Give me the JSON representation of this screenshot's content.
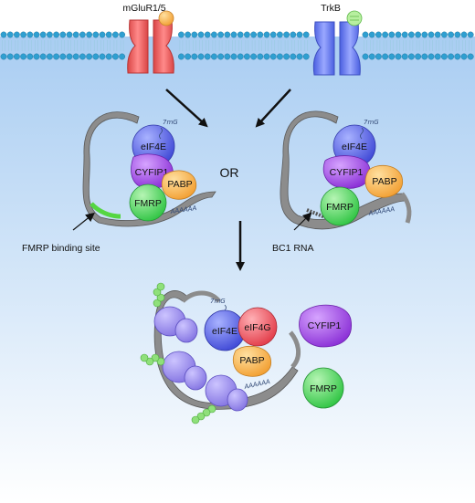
{
  "receptors": {
    "left": {
      "label": "mGluR1/5",
      "body_color": "#ef5a5a",
      "ligand_color": "#f4b24a"
    },
    "right": {
      "label": "TrkB",
      "body_color": "#5b72ee",
      "ligand_color": "#8fe07a"
    }
  },
  "membrane": {
    "color": "#2f9fd1"
  },
  "labels": {
    "or": "OR",
    "fmrp_binding_site": "FMRP binding site",
    "bc1_rna": "BC1 RNA"
  },
  "complex_left": {
    "cap": "7mG",
    "eif4e": "eIF4E",
    "cyfip1": "CYFIP1",
    "fmrp": "FMRP",
    "pabp": "PABP",
    "polya": "AAAAAA"
  },
  "complex_right": {
    "cap": "7mG",
    "eif4e": "eIF4E",
    "cyfip1": "CYFIP1",
    "fmrp": "FMRP",
    "pabp": "PABP",
    "polya": "AAAAAA"
  },
  "translation_complex": {
    "cap": "7mG",
    "eif4e": "eIF4E",
    "eif4g": "eIF4G",
    "pabp": "PABP",
    "polya": "AAAAAA",
    "free_cyfip1": "CYFIP1",
    "free_fmrp": "FMRP"
  },
  "colors": {
    "eif4e": "#4f5ee6",
    "cyfip1": "#9b3fe0",
    "fmrp": "#42d65a",
    "pabp": "#f7b04a",
    "eif4g": "#ee4f5a",
    "ribosome": "#8f7fe6",
    "mrna": "#8c8c8c",
    "cytoplasm_top": "#a9cdf2"
  }
}
